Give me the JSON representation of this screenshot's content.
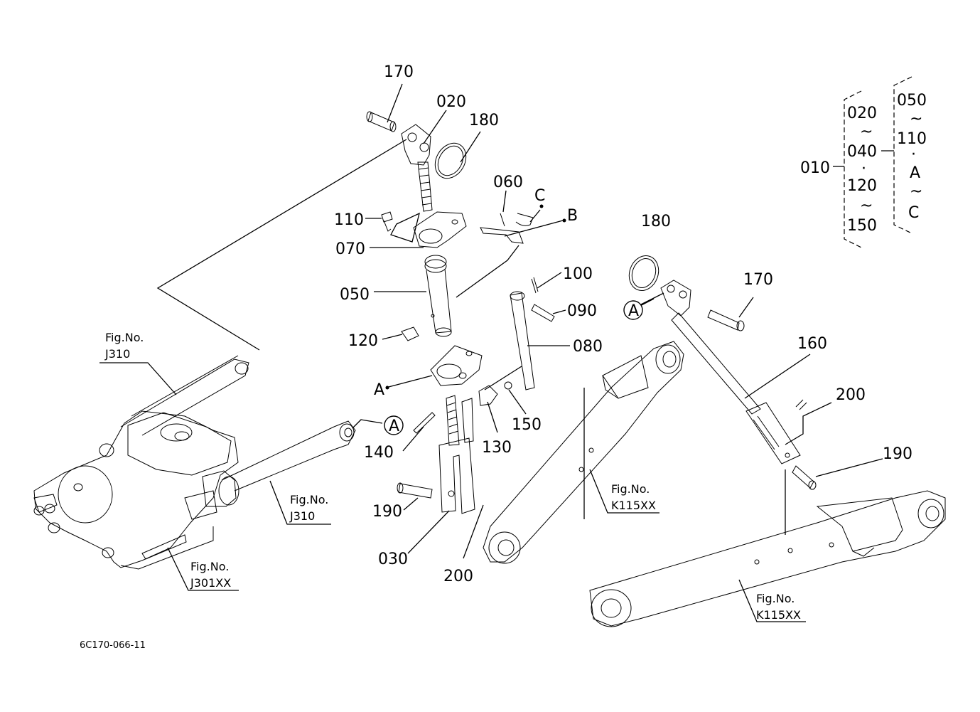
{
  "labels": {
    "l170_top": "170",
    "l020_top": "020",
    "l180_top": "180",
    "l060": "060",
    "lC": "C",
    "lB": "B",
    "l110": "110",
    "l070": "070",
    "l050": "050",
    "l120": "120",
    "lA_left": "A",
    "l100": "100",
    "l090": "090",
    "l080": "080",
    "l140": "140",
    "l130": "130",
    "l150": "150",
    "l190_left": "190",
    "l030": "030",
    "l200_bottom": "200",
    "l180_right": "180",
    "l170_right": "170",
    "lA_circle_right": "A",
    "lA_circle_left": "A",
    "l160": "160",
    "l200_right": "200",
    "l190_right": "190"
  },
  "figrefs": [
    {
      "label": "Fig.No.",
      "code": "J310"
    },
    {
      "label": "Fig.No.",
      "code": "J310"
    },
    {
      "label": "Fig.No.",
      "code": "J301XX"
    },
    {
      "label": "Fig.No.",
      "code": "K115XX"
    },
    {
      "label": "Fig.No.",
      "code": "K115XX"
    }
  ],
  "assembly_key": {
    "root": "010",
    "left_group": [
      "020",
      "~",
      "040",
      "·",
      "120",
      "~",
      "150"
    ],
    "right_group": [
      "050",
      "~",
      "110",
      "·",
      "A",
      "~",
      "C"
    ]
  },
  "drawing_code": "6C170-066-11"
}
